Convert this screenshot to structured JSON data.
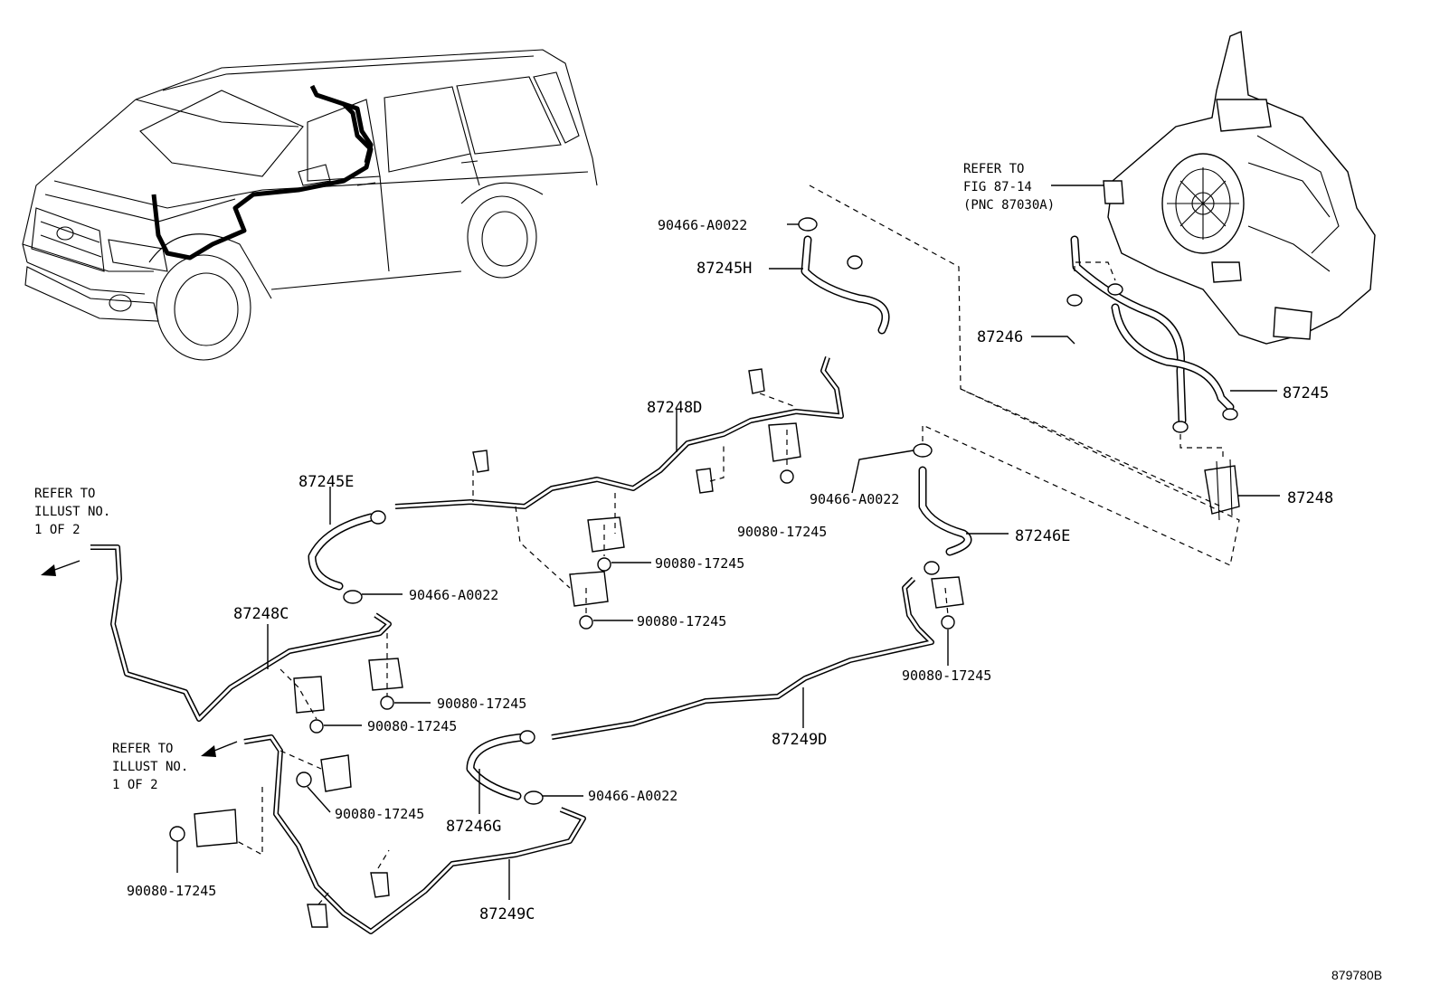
{
  "diagram": {
    "figure_id": "879780B",
    "labels": {
      "ref_fig": [
        "REFER TO",
        "FIG 87-14",
        "(PNC 87030A)"
      ],
      "ref_illust_top": [
        "REFER TO",
        "ILLUST NO.",
        "1 OF 2"
      ],
      "ref_illust_bottom": [
        "REFER TO",
        "ILLUST NO.",
        "1 OF 2"
      ],
      "clamp_90466_1": "90466-A0022",
      "hose_87245H": "87245H",
      "hose_87246": "87246",
      "hose_87245": "87245",
      "valve_87248": "87248",
      "pipe_87248D": "87248D",
      "hose_87245E": "87245E",
      "clamp_90466_2": "90466-A0022",
      "hose_87246E": "87246E",
      "nut_90080_1": "90080-17245",
      "nut_90080_2": "90080-17245",
      "clamp_90466_3": "90466-A0022",
      "pipe_87248C": "87248C",
      "nut_90080_3": "90080-17245",
      "nut_90080_4": "90080-17245",
      "nut_90080_5": "90080-17245",
      "nut_90080_6": "90080-17245",
      "pipe_87249D": "87249D",
      "clamp_90466_4": "90466-A0022",
      "hose_87246G": "87246G",
      "nut_90080_7": "90080-17245",
      "nut_90080_8": "90080-17245",
      "pipe_87249C": "87249C"
    }
  }
}
